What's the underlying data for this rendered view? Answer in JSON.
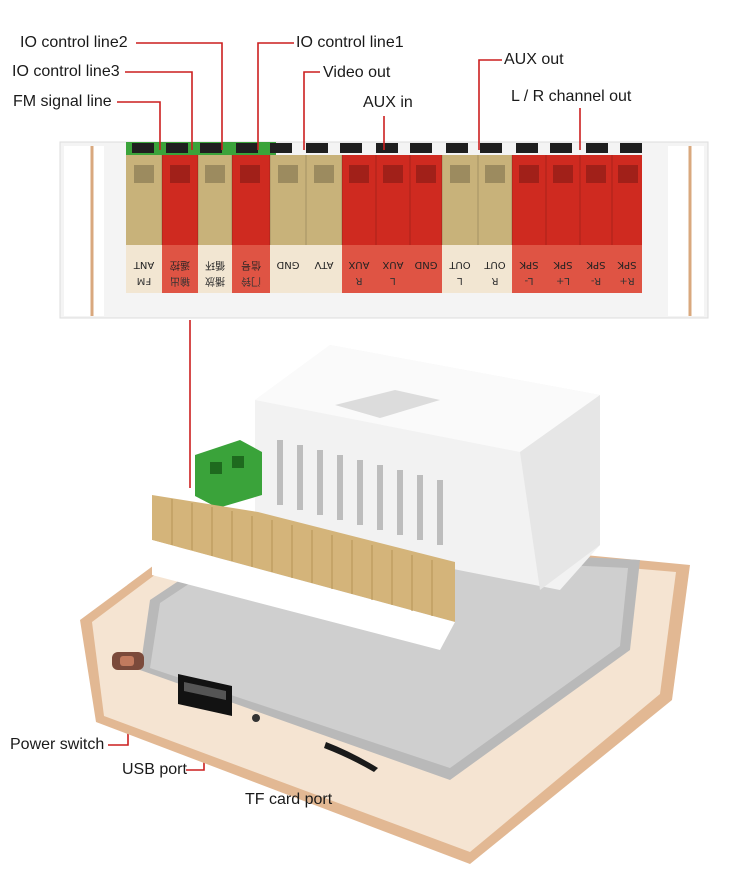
{
  "labels": {
    "io2": "IO control line2",
    "io1": "IO control line1",
    "io3": "IO control line3",
    "video_out": "Video out",
    "fm": "FM signal line",
    "aux_out": "AUX out",
    "aux_in": "AUX in",
    "lr_out": "L / R channel out",
    "power": "Power switch",
    "usb": "USB port",
    "tf": "TF card port"
  },
  "terminals": [
    {
      "top": "FM",
      "bottom": "ANT"
    },
    {
      "top": "输出",
      "bottom": "遥控"
    },
    {
      "top": "播放",
      "bottom": "循环"
    },
    {
      "top": "门铃",
      "bottom": "信号"
    },
    {
      "top": "",
      "bottom": "GND"
    },
    {
      "top": "",
      "bottom": "ATV"
    },
    {
      "top": "R",
      "bottom": "AUX"
    },
    {
      "top": "L",
      "bottom": "AUX"
    },
    {
      "top": "",
      "bottom": "GND"
    },
    {
      "top": "L",
      "bottom": "OUT"
    },
    {
      "top": "R",
      "bottom": "OUT"
    },
    {
      "top": "L-",
      "bottom": "SPK"
    },
    {
      "top": "L+",
      "bottom": "SPK"
    },
    {
      "top": "R-",
      "bottom": "SPK"
    },
    {
      "top": "R+",
      "bottom": "SPK"
    }
  ],
  "colors": {
    "callout_line": "#cc1f1f",
    "terminal_red": "#d11c1c",
    "terminal_beige": "#c8a86a",
    "frame_gold": "#d9a87e"
  }
}
